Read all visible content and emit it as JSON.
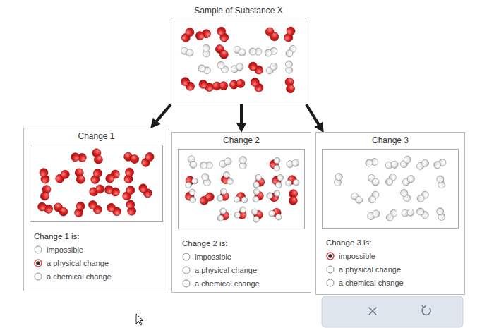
{
  "diagram": {
    "nodes": [
      {
        "text": [
          "Sample of Substance X"
        ]
      },
      {
        "text": [
          "Change 1",
          "Change 1 is:",
          "impossible",
          "a physical change",
          "a chemical change"
        ]
      },
      {
        "text": [
          "Change 2",
          "Change 2 is:",
          "impossible",
          "a physical change",
          "a chemical change"
        ]
      },
      {
        "text": [
          "Change 3",
          "Change 3 is:",
          "impossible",
          "a physical change",
          "a chemical change"
        ]
      }
    ],
    "edges": [
      {
        "from": 0,
        "to": 1,
        "arrow": "to"
      },
      {
        "from": 0,
        "to": 2,
        "arrow": "to"
      },
      {
        "from": 0,
        "to": 3,
        "arrow": "to"
      }
    ]
  }
}
